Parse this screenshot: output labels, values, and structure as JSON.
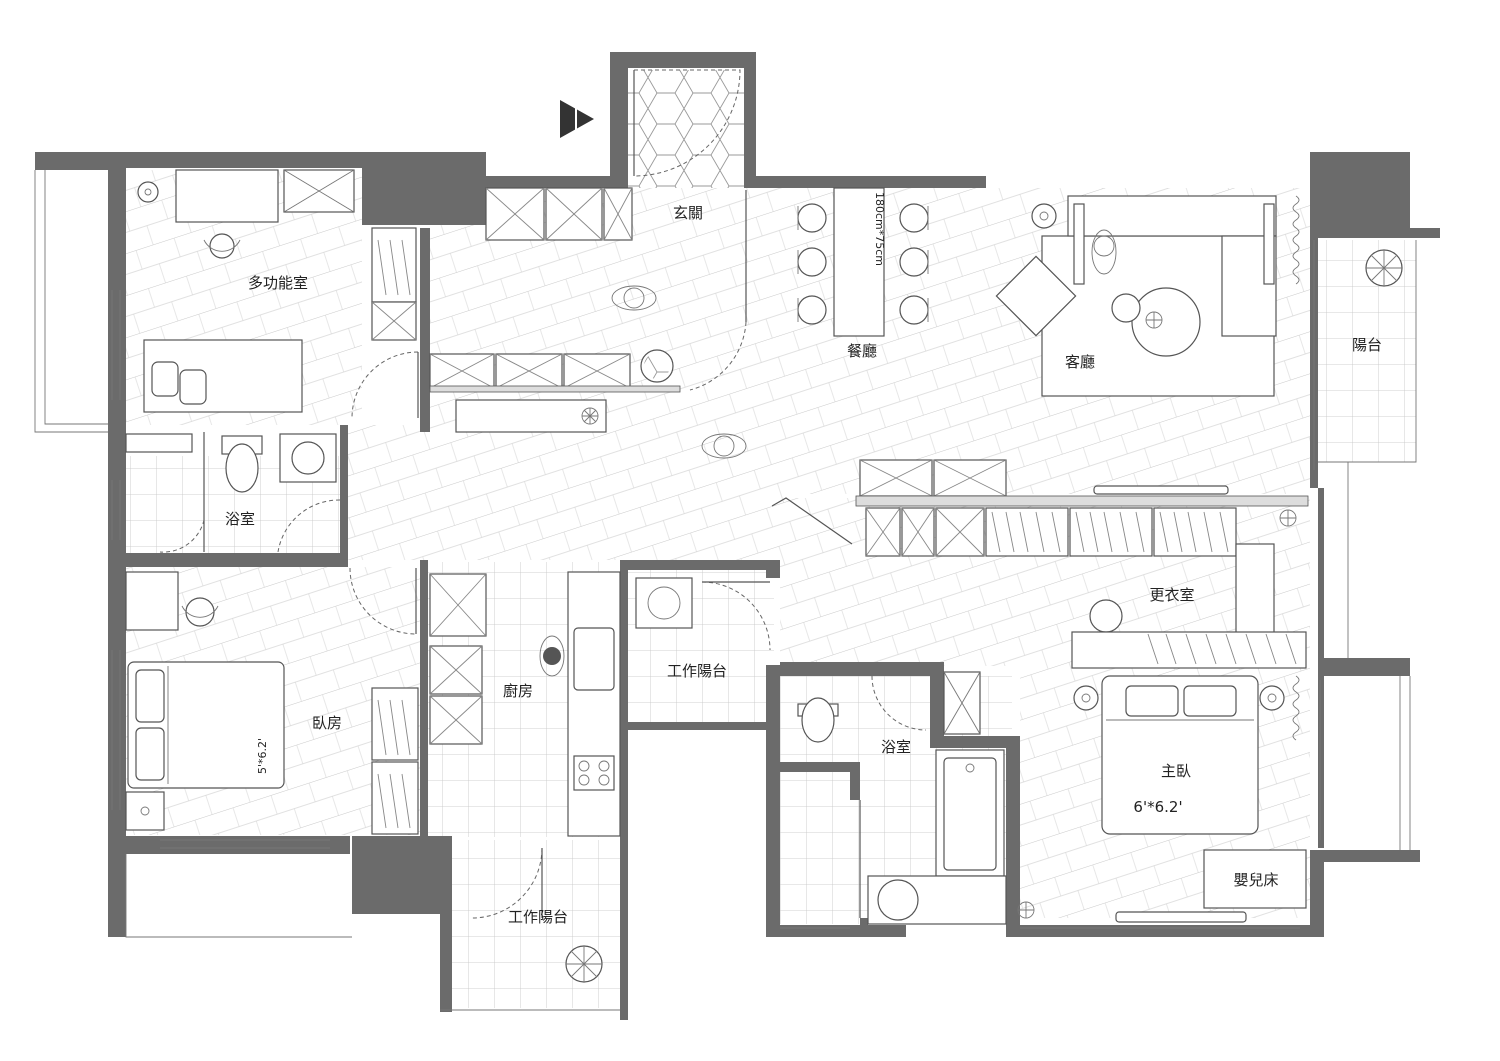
{
  "rooms": {
    "entrance": "玄關",
    "multipurpose": "多功能室",
    "dining": "餐廳",
    "living": "客廳",
    "balcony": "陽台",
    "bath_left": "浴室",
    "bedroom": "臥房",
    "kitchen": "廚房",
    "service_balcony_mid": "工作陽台",
    "service_balcony_bottom": "工作陽台",
    "closet": "更衣室",
    "bath_right": "浴室",
    "master_bedroom": "主臥",
    "crib": "嬰兒床"
  },
  "dimensions": {
    "dining_table": "180cm*75cm",
    "bedroom_bed": "5'*6.2'",
    "master_bed": "6'*6.2'"
  },
  "colors": {
    "wall": "#6b6b6b",
    "line": "#555555",
    "floor": "#ffffff"
  },
  "icons": {
    "entry_arrow": "entry-arrow-icon",
    "plant": "plant-icon",
    "person": "person-icon"
  }
}
